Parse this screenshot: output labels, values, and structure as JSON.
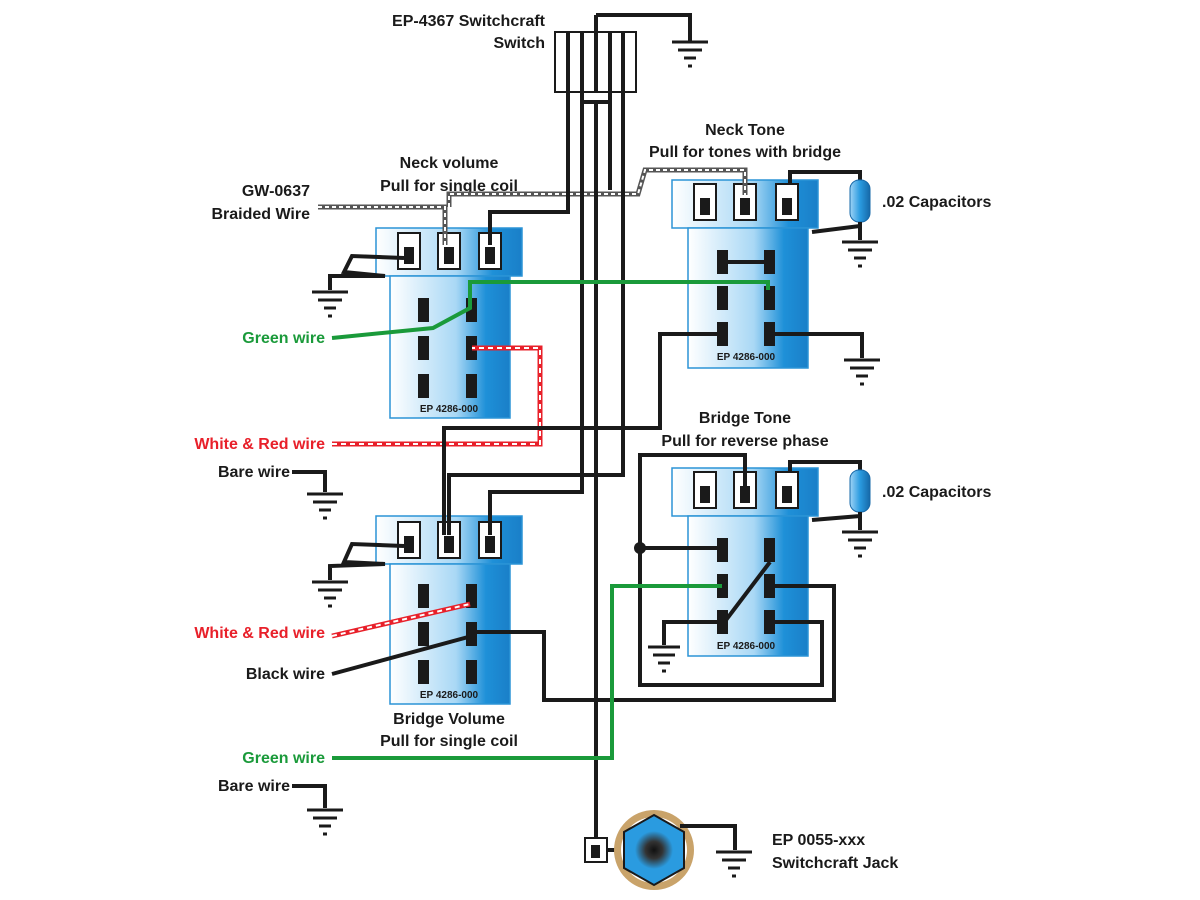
{
  "switch": {
    "part": "EP-4367 Switchcraft",
    "name": "Switch"
  },
  "braided": {
    "part": "GW-0637",
    "name": "Braided Wire"
  },
  "neck_volume": {
    "title": "Neck volume",
    "subtitle": "Pull for single coil",
    "part": "EP 4286-000"
  },
  "neck_tone": {
    "title": "Neck Tone",
    "subtitle": "Pull for tones with bridge",
    "part": "EP 4286-000"
  },
  "bridge_tone": {
    "title": "Bridge Tone",
    "subtitle": "Pull for reverse phase",
    "part": "EP 4286-000"
  },
  "bridge_volume": {
    "title": "Bridge Volume",
    "subtitle": "Pull for single coil",
    "part": "EP 4286-000"
  },
  "capacitor_label": ".02 Capacitors",
  "wires": {
    "green_1": "Green wire",
    "white_red_1": "White & Red wire",
    "bare_1": "Bare wire",
    "white_red_2": "White & Red wire",
    "black": "Black wire",
    "green_2": "Green wire",
    "bare_2": "Bare wire"
  },
  "jack": {
    "part": "EP 0055-xxx",
    "name": "Switchcraft Jack"
  },
  "colors": {
    "pot_blue": "#1e90d8",
    "wire_black": "#1a1a1a",
    "wire_green": "#1a9a3a",
    "wire_red": "#e8202a",
    "capacitor": "#2a9be0",
    "jack_ring": "#c9a36a"
  }
}
